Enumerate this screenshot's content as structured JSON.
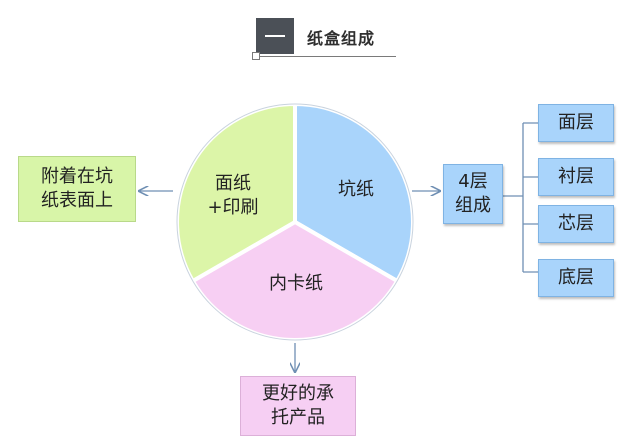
{
  "header": {
    "title": "纸盒组成"
  },
  "pie": {
    "slices": [
      {
        "label_lines": [
          "坑纸"
        ],
        "color": "#a9d4fb"
      },
      {
        "label_lines": [
          "内卡纸"
        ],
        "color": "#f7cff3"
      },
      {
        "label_lines": [
          "面纸",
          "+印刷"
        ],
        "color": "#dcf5a8"
      }
    ]
  },
  "left_note": {
    "lines": [
      "附着在坑",
      "纸表面上"
    ]
  },
  "bottom_note": {
    "lines": [
      "更好的承",
      "托产品"
    ]
  },
  "composition": {
    "lines": [
      "4层",
      "组成"
    ]
  },
  "layers": [
    {
      "label": "面层"
    },
    {
      "label": "衬层"
    },
    {
      "label": "芯层"
    },
    {
      "label": "底层"
    }
  ],
  "colors": {
    "green": "#d8f5a8",
    "pink": "#f6cff3",
    "blue": "#a9d4fb",
    "arrow": "#6f8fb3"
  }
}
